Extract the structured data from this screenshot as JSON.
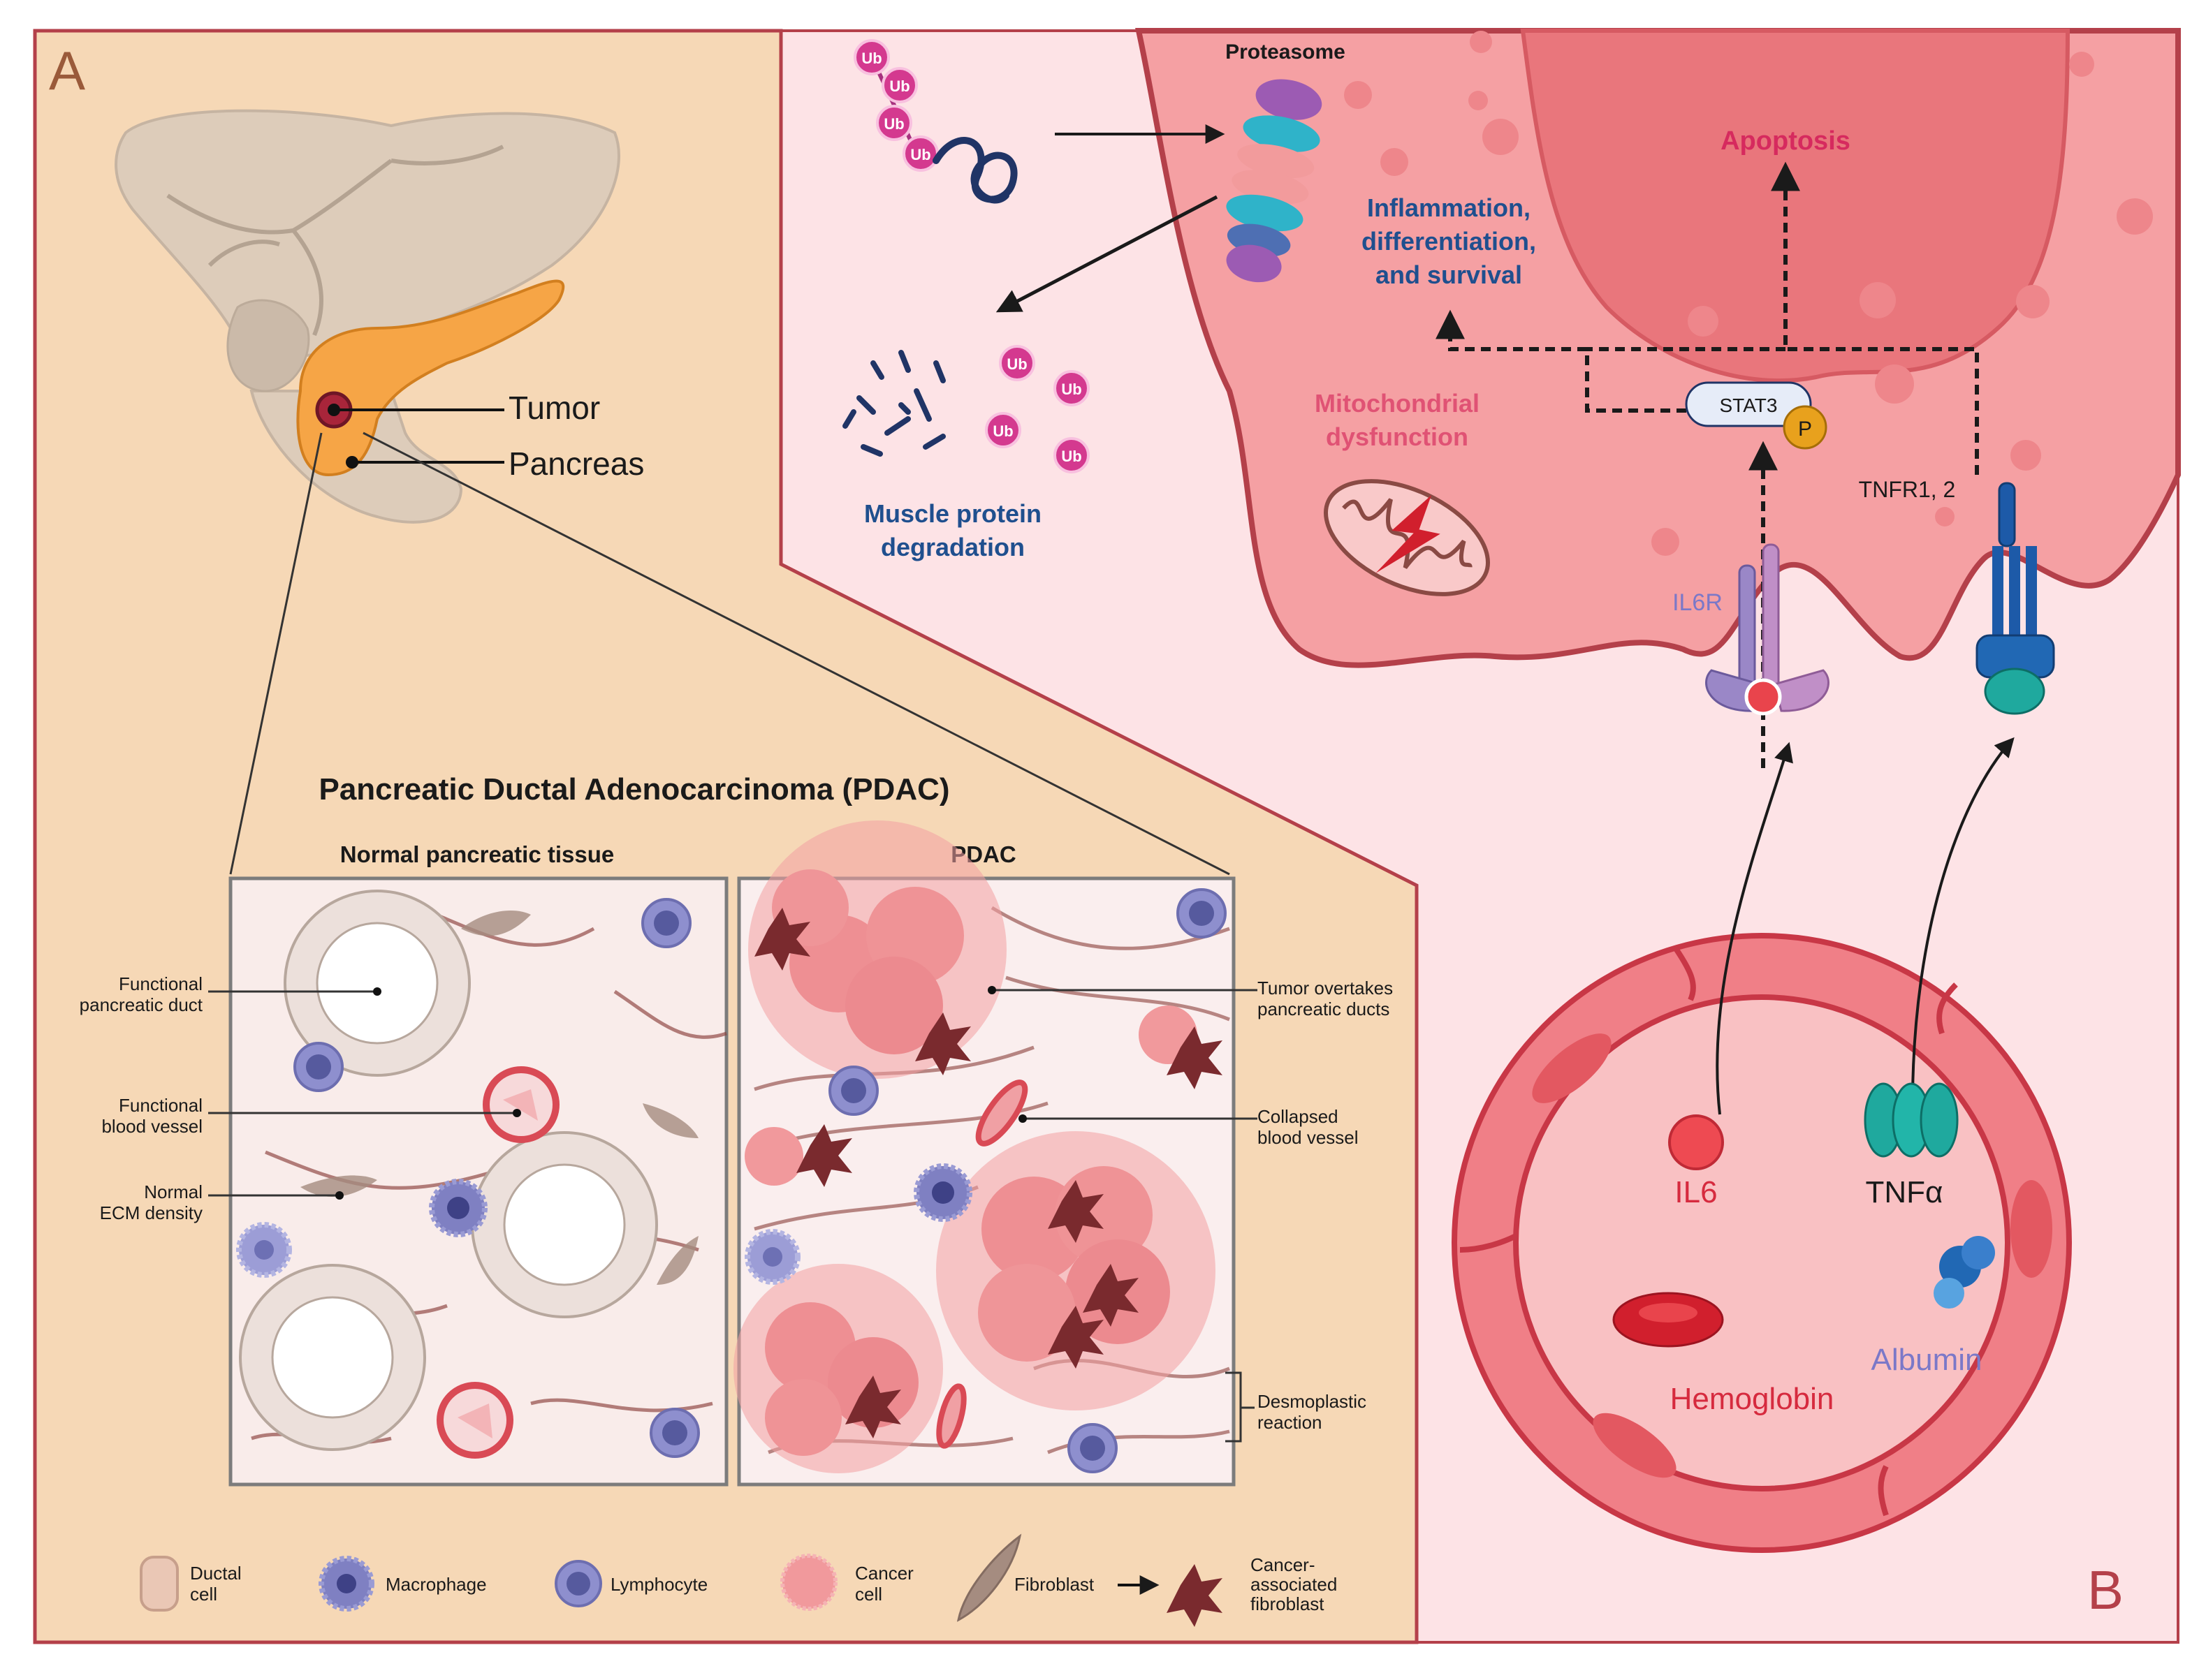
{
  "panel_a": {
    "letter": "A",
    "organ_labels": {
      "tumor": "Tumor",
      "pancreas": "Pancreas"
    },
    "title": "Pancreatic Ductal Adenocarcinoma (PDAC)",
    "normal_panel": {
      "title": "Normal pancreatic tissue",
      "callouts": [
        {
          "line1": "Functional",
          "line2": "pancreatic duct"
        },
        {
          "line1": "Functional",
          "line2": "blood vessel"
        },
        {
          "line1": "Normal",
          "line2": "ECM density"
        }
      ]
    },
    "pdac_panel": {
      "title": "PDAC",
      "callouts": [
        {
          "line1": "Tumor overtakes",
          "line2": "pancreatic ducts"
        },
        {
          "line1": "Collapsed",
          "line2": "blood vessel"
        },
        {
          "line1": "Desmoplastic",
          "line2": "reaction"
        }
      ]
    },
    "legend": {
      "ductal_cell": [
        "Ductal",
        "cell"
      ],
      "macrophage": "Macrophage",
      "lymphocyte": "Lymphocyte",
      "cancer_cell": [
        "Cancer",
        "cell"
      ],
      "fibroblast": "Fibroblast",
      "caf": [
        "Cancer-",
        "associated",
        "fibroblast"
      ]
    }
  },
  "panel_b": {
    "letter": "B",
    "proteasome": "Proteasome",
    "ub_tag": "Ub",
    "muscle": [
      "Muscle protein",
      "degradation"
    ],
    "inflammation": [
      "Inflammation,",
      "differentiation,",
      "and survival"
    ],
    "apoptosis": "Apoptosis",
    "mito": [
      "Mitochondrial",
      "dysfunction"
    ],
    "stat3": "STAT3",
    "phospho": "P",
    "tnfr": "TNFR1, 2",
    "il6r": "IL6R",
    "il6": "IL6",
    "tnfa": "TNFα",
    "albumin": "Albumin",
    "hemoglobin": "Hemoglobin"
  },
  "colors": {
    "panel_a_bg": "#f6d8b6",
    "panel_b_bg": "#fde3e6",
    "cell_body": "#f4a1a3",
    "border_red": "#b4404a",
    "label_blue": "#1f4f8e",
    "label_red": "#d62a3e",
    "label_purple": "#7b78c8"
  }
}
